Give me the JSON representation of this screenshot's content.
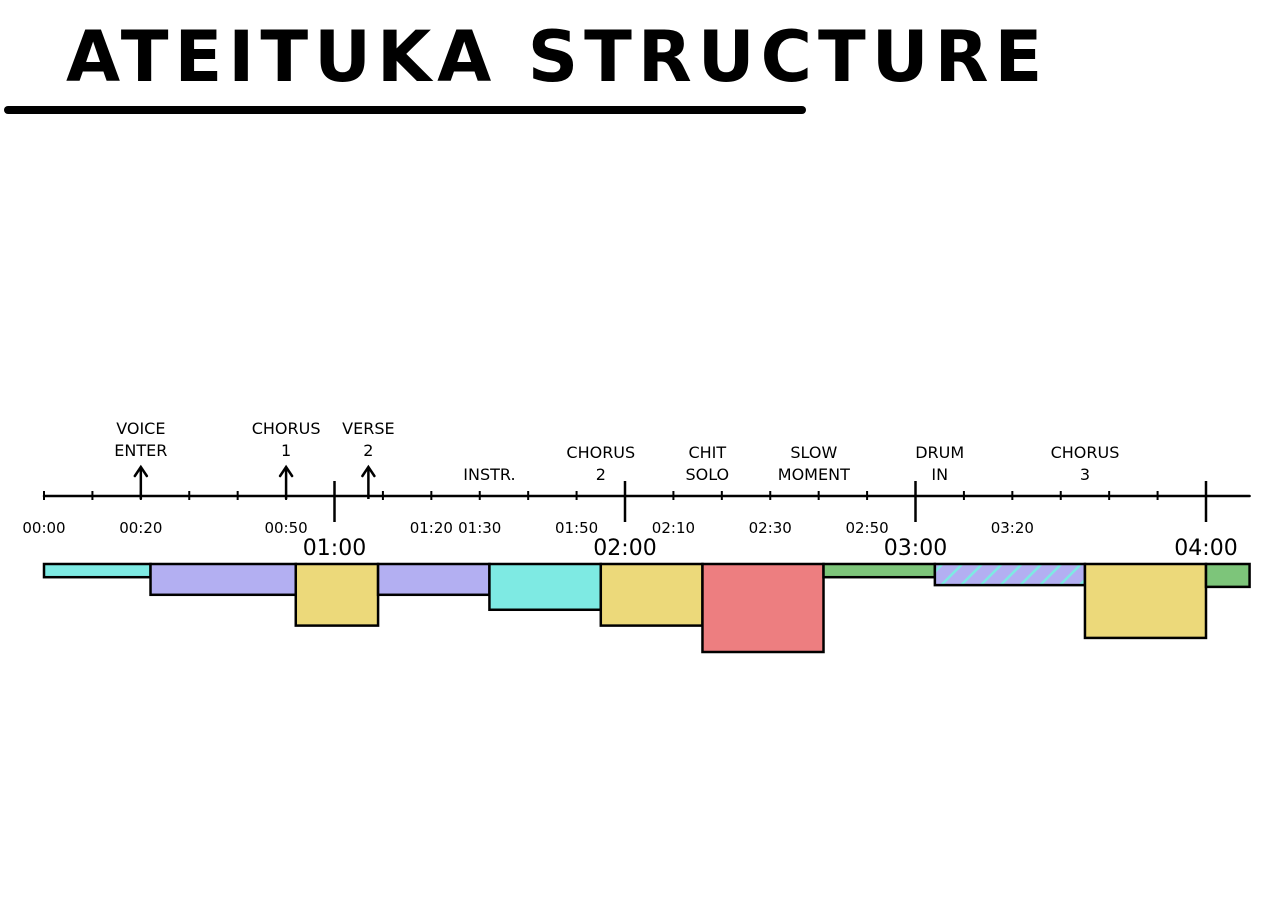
{
  "title": "ATEITUKA STRUCTURE",
  "timeline": {
    "major_labels": [
      {
        "text": "01:00",
        "t": 60
      },
      {
        "text": "02:00",
        "t": 120
      },
      {
        "text": "03:00",
        "t": 180
      },
      {
        "text": "04:00",
        "t": 240
      }
    ],
    "minor_labels": [
      {
        "text": "00:00",
        "t": 0
      },
      {
        "text": "00:20",
        "t": 20
      },
      {
        "text": "00:50",
        "t": 50
      },
      {
        "text": "01:20",
        "t": 80
      },
      {
        "text": "01:30",
        "t": 90
      },
      {
        "text": "01:50",
        "t": 110
      },
      {
        "text": "02:10",
        "t": 130
      },
      {
        "text": "02:30",
        "t": 150
      },
      {
        "text": "02:50",
        "t": 170
      },
      {
        "text": "03:20",
        "t": 200
      }
    ],
    "events": [
      {
        "lines": [
          "VOICE",
          "ENTER"
        ],
        "t": 20,
        "arrow": true
      },
      {
        "lines": [
          "CHORUS",
          "1"
        ],
        "t": 50,
        "arrow": true
      },
      {
        "lines": [
          "VERSE",
          "2"
        ],
        "t": 67,
        "arrow": true
      },
      {
        "lines": [
          "INSTR."
        ],
        "t": 92,
        "arrow": false
      },
      {
        "lines": [
          "CHORUS",
          "2"
        ],
        "t": 115,
        "arrow": false
      },
      {
        "lines": [
          "CHIT",
          "SOLO"
        ],
        "t": 137,
        "arrow": false
      },
      {
        "lines": [
          "SLOW",
          "MOMENT"
        ],
        "t": 159,
        "arrow": false
      },
      {
        "lines": [
          "DRUM",
          "IN"
        ],
        "t": 185,
        "arrow": false
      },
      {
        "lines": [
          "CHORUS",
          "3"
        ],
        "t": 215,
        "arrow": false
      }
    ]
  },
  "segments": [
    {
      "start": 0,
      "end": 22,
      "intensity": 0.15,
      "color": "#7eeae3",
      "pattern": "solid"
    },
    {
      "start": 22,
      "end": 52,
      "intensity": 0.35,
      "color": "#b3aff2",
      "pattern": "solid"
    },
    {
      "start": 52,
      "end": 69,
      "intensity": 0.7,
      "color": "#ecd97a",
      "pattern": "solid"
    },
    {
      "start": 69,
      "end": 92,
      "intensity": 0.35,
      "color": "#b3aff2",
      "pattern": "solid"
    },
    {
      "start": 92,
      "end": 115,
      "intensity": 0.52,
      "color": "#7eeae3",
      "pattern": "solid"
    },
    {
      "start": 115,
      "end": 136,
      "intensity": 0.7,
      "color": "#ecd97a",
      "pattern": "solid"
    },
    {
      "start": 136,
      "end": 161,
      "intensity": 1.0,
      "color": "#ed7e80",
      "pattern": "solid"
    },
    {
      "start": 161,
      "end": 184,
      "intensity": 0.15,
      "color": "#7dc57a",
      "pattern": "solid"
    },
    {
      "start": 184,
      "end": 215,
      "intensity": 0.24,
      "color": "#b3aff2",
      "pattern": "hatched"
    },
    {
      "start": 215,
      "end": 240,
      "intensity": 0.84,
      "color": "#ecd97a",
      "pattern": "solid"
    },
    {
      "start": 240,
      "end": 249,
      "intensity": 0.26,
      "color": "#7dc57a",
      "pattern": "solid"
    }
  ]
}
